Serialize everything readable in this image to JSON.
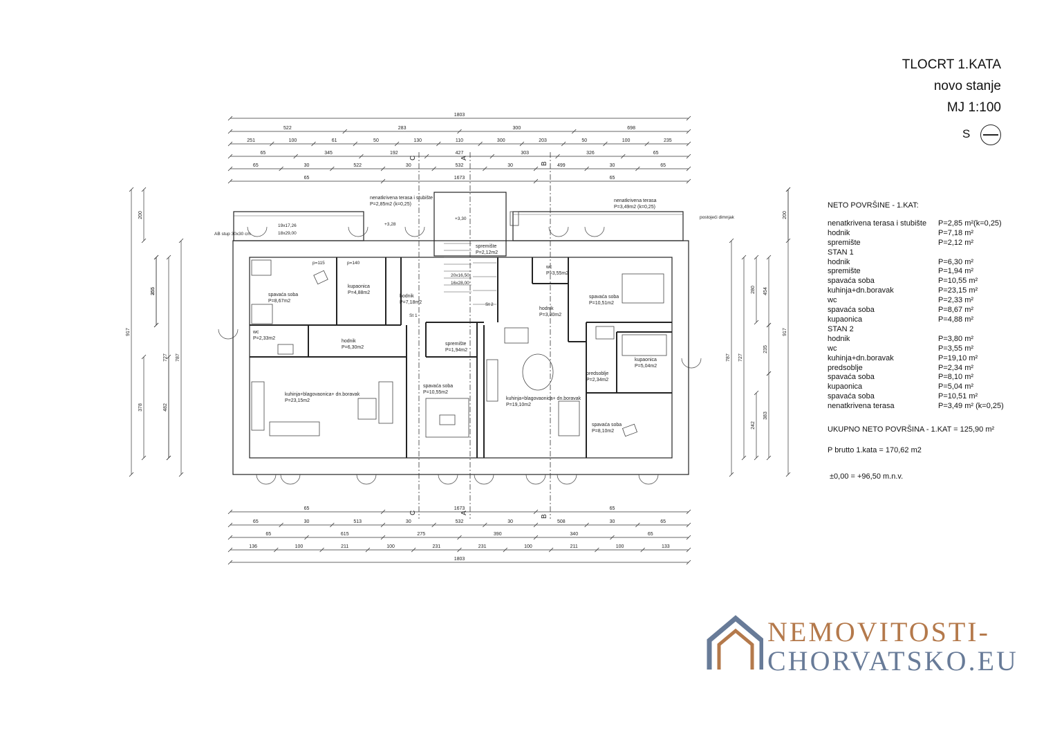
{
  "title": {
    "line1": "TLOCRT 1.KATA",
    "line2": "novo stanje",
    "line3": "MJ 1:100"
  },
  "north_label": "S",
  "icons": {
    "north_arrow": "north-arrow-icon",
    "logo": "house-logo-icon"
  },
  "colors": {
    "line": "#222222",
    "brand_orange": "#b4794b",
    "brand_blue": "#687b98"
  },
  "areas": {
    "header": "NETO POVRŠINE - 1.KAT:",
    "rows": [
      {
        "name": "nenatkrivena terasa i stubište",
        "value": "P=2,85 m²(k=0,25)"
      },
      {
        "name": "hodnik",
        "value": "P=7,18 m²"
      },
      {
        "name": "spremište",
        "value": "P=2,12 m²"
      },
      {
        "name": "STAN 1",
        "value": ""
      },
      {
        "name": "hodnik",
        "value": "P=6,30 m²"
      },
      {
        "name": "spremište",
        "value": "P=1,94 m²"
      },
      {
        "name": "spavaća soba",
        "value": "P=10,55 m²"
      },
      {
        "name": "kuhinja+dn.boravak",
        "value": "P=23,15 m²"
      },
      {
        "name": "wc",
        "value": "P=2,33 m²"
      },
      {
        "name": "spavaća soba",
        "value": "P=8,67 m²"
      },
      {
        "name": "kupaonica",
        "value": "P=4,88 m²"
      },
      {
        "name": "STAN 2",
        "value": ""
      },
      {
        "name": "hodnik",
        "value": "P=3,80 m²"
      },
      {
        "name": "wc",
        "value": "P=3,55 m²"
      },
      {
        "name": "kuhinja+dn.boravak",
        "value": "P=19,10 m²"
      },
      {
        "name": "predsoblje",
        "value": "P=2,34 m²"
      },
      {
        "name": "spavaća soba",
        "value": "P=8,10 m²"
      },
      {
        "name": "kupaonica",
        "value": "P=5,04 m²"
      },
      {
        "name": "spavaća soba",
        "value": "P=10,51 m²"
      },
      {
        "name": "nenatkrivena terasa",
        "value": "P=3,49 m² (k=0,25)"
      }
    ],
    "total": "UKUPNO NETO POVRŠINA - 1.KAT = 125,90 m²",
    "gross": "P brutto 1.kata = 170,62 m2",
    "level": "±0,00 =  +96,50 m.n.v."
  },
  "plan": {
    "top_dims": [
      [
        "1803"
      ],
      [
        "522",
        "283",
        "300",
        "698"
      ],
      [
        "251",
        "100",
        "61",
        "50",
        "130",
        "110",
        "300",
        "203",
        "50",
        "100",
        "235"
      ],
      [
        "65",
        "345",
        "192",
        "427",
        "303",
        "326",
        "65"
      ],
      [
        "65",
        "30",
        "522",
        "30",
        "532",
        "30",
        "499",
        "30",
        "65"
      ],
      [
        "65",
        "1673",
        "65"
      ]
    ],
    "bottom_dims": [
      [
        "65",
        "1673",
        "65"
      ],
      [
        "65",
        "30",
        "513",
        "30",
        "532",
        "30",
        "508",
        "30",
        "65"
      ],
      [
        "65",
        "615",
        "275",
        "390",
        "340",
        "65"
      ],
      [
        "136",
        "100",
        "211",
        "100",
        "231",
        "231",
        "100",
        "211",
        "100",
        "133"
      ],
      [
        "1803"
      ]
    ],
    "left_dims": [
      "917",
      "200",
      "355",
      "482",
      "787",
      "727",
      "255",
      "378"
    ],
    "right_dims": [
      "917",
      "200",
      "454",
      "383",
      "787",
      "727",
      "280",
      "242",
      "235"
    ],
    "section_marks": [
      "C",
      "A",
      "B",
      "C",
      "A",
      "B"
    ],
    "rooms": [
      {
        "label": "spavaća soba",
        "area": "P=8,67m2"
      },
      {
        "label": "kupaonica",
        "area": "P=4,88m2"
      },
      {
        "label": "hodnik",
        "area": "P=7,18m2"
      },
      {
        "label": "spremište",
        "area": "P=2,12m2"
      },
      {
        "label": "hodnik",
        "area": "P=3,80m2"
      },
      {
        "label": "spavaća soba",
        "area": "P=10,51m2"
      },
      {
        "label": "wc",
        "area": "P=3,55m2"
      },
      {
        "label": "wc",
        "area": "P=2,33m2"
      },
      {
        "label": "hodnik",
        "area": "P=6,30m2"
      },
      {
        "label": "spremište",
        "area": "P=1,94m2"
      },
      {
        "label": "kuhinja+blagovaonica+ dn.boravak",
        "area": "P=23,15m2"
      },
      {
        "label": "spavaća soba",
        "area": "P=10,55m2"
      },
      {
        "label": "kuhinja+blagovaonica+ dn.boravak",
        "area": "P=19,10m2"
      },
      {
        "label": "predsoblje",
        "area": "P=2,34m2"
      },
      {
        "label": "kupaonica",
        "area": "P=5,04m2"
      },
      {
        "label": "spavaća soba",
        "area": "P=8,10m2"
      },
      {
        "label": "nenatkrivena terasa i stubište",
        "area": "P=2,85m2 (k=0,25)"
      },
      {
        "label": "nenatkrivena terasa",
        "area": "P=3,49m2 (k=0,25)"
      }
    ],
    "annotations": [
      "AB stup 30x30 cm",
      "postojeći dimnjak",
      "19x17,26",
      "18x29,00",
      "20x16,50",
      "16x28,00",
      "+3,28",
      "+3,30",
      "St 1",
      "St 2",
      "p=115",
      "p=140"
    ]
  },
  "logo": {
    "line1": "NEMOVITOSTI-",
    "line2": "CHORVATSKO.EU"
  }
}
